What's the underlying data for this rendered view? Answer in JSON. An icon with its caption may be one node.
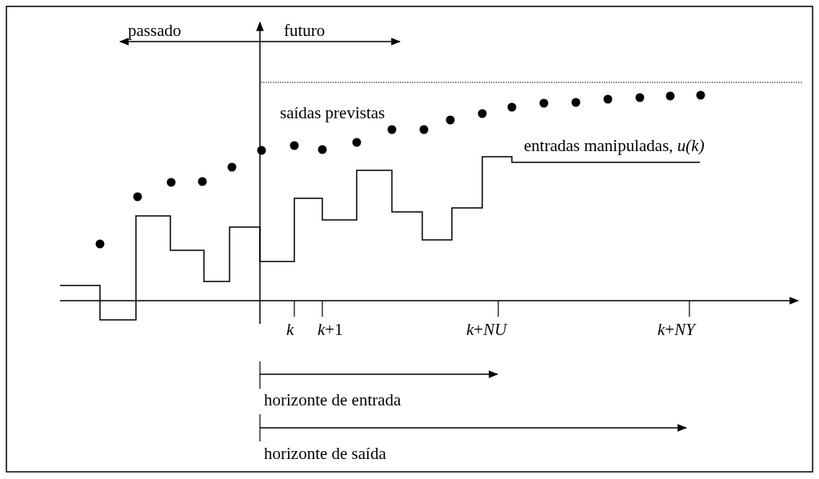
{
  "diagram": {
    "labels": [
      "passado",
      "futuro",
      "saídas previstas",
      "entradas manipuladas, *u(k)*",
      "k",
      "*k*+1",
      "*k*+*NU*",
      "*k*+*NY*",
      "horizonte de entrada",
      "horizonte de saída"
    ]
  }
}
